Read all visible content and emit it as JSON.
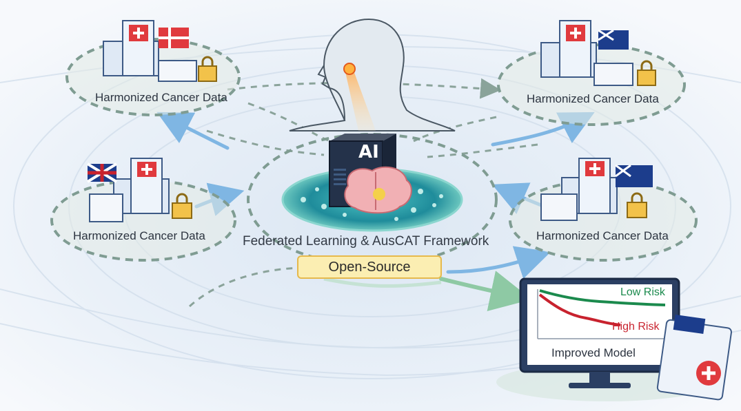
{
  "nodes": [
    {
      "id": "node-top-left",
      "label": "Harmonized Cancer Data",
      "flag": "flag-denmark"
    },
    {
      "id": "node-top-right",
      "label": "Harmonized Cancer Data",
      "flag": "flag-australia"
    },
    {
      "id": "node-mid-left",
      "label": "Harmonized Cancer Data",
      "flag": "flag-uk"
    },
    {
      "id": "node-mid-right",
      "label": "Harmonized Cancer Data",
      "flag": "flag-australia"
    }
  ],
  "center": {
    "server_text": "AI",
    "framework_label": "Federated Learning & AusCAT Framework",
    "badge": "Open-Source"
  },
  "model": {
    "low_risk": "Low Risk",
    "high_risk": "High Risk",
    "caption": "Improved Model"
  },
  "colors": {
    "arrow_blue": "#7fb6e3",
    "arrow_green": "#8ec9a4",
    "dashed_ring": "#7f9c92",
    "badge_fill": "#fbeeb2",
    "low_risk": "#1b8a4d",
    "high_risk": "#c8222e",
    "hospital_red": "#e03a3e"
  }
}
